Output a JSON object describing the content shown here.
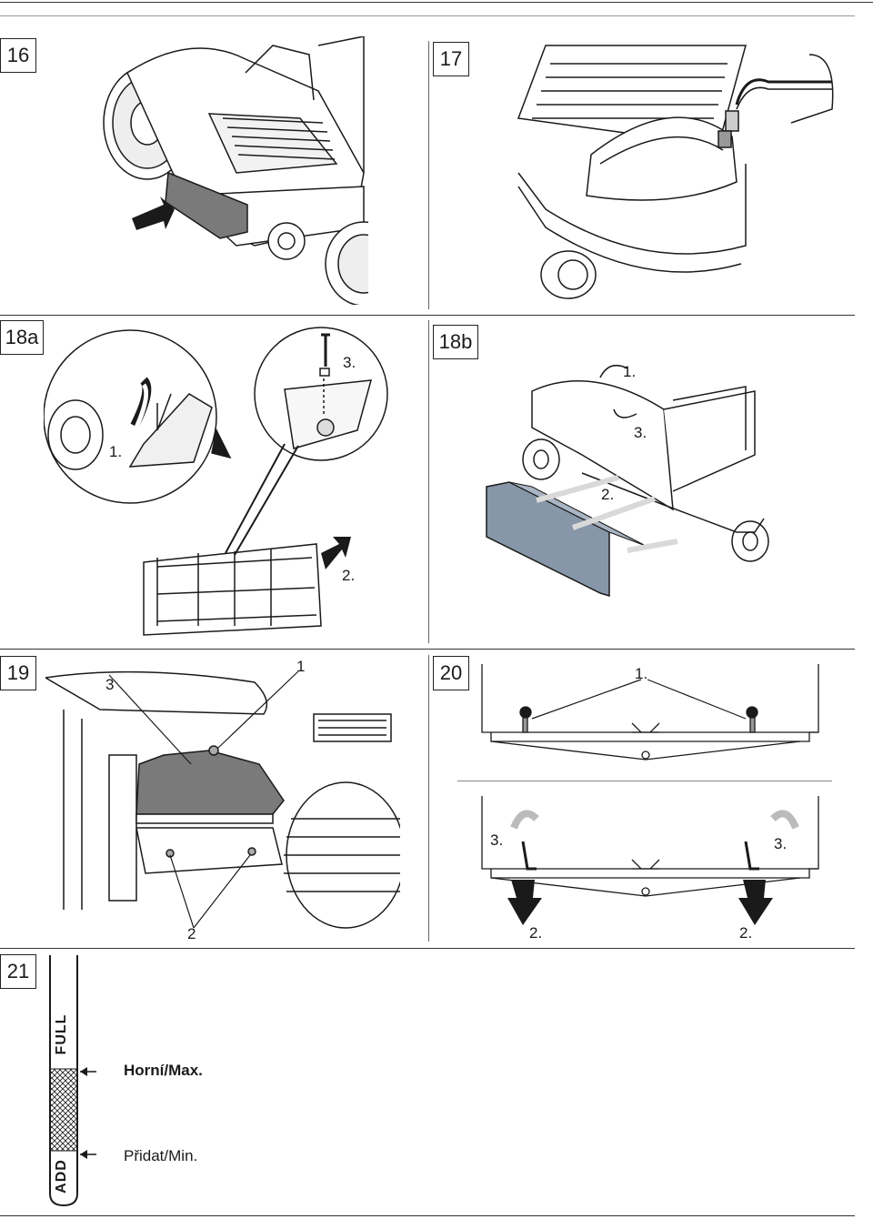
{
  "figures": {
    "fig16": {
      "label": "16"
    },
    "fig17": {
      "label": "17"
    },
    "fig18a": {
      "label": "18a",
      "callouts": [
        "1.",
        "3.",
        "2."
      ]
    },
    "fig18b": {
      "label": "18b",
      "callouts": [
        "1.",
        "3.",
        "2."
      ]
    },
    "fig19": {
      "label": "19",
      "callouts": [
        "3",
        "1",
        "2"
      ]
    },
    "fig20": {
      "label": "20",
      "callouts": [
        "1.",
        "3.",
        "3.",
        "2.",
        "2."
      ]
    },
    "fig21": {
      "label": "21",
      "gauge_full": "FULL",
      "gauge_add": "ADD",
      "marker_upper": "Horní/Max.",
      "marker_lower": "Přidat/Min."
    }
  },
  "colors": {
    "ink": "#1a1a1a",
    "panel_blue": "#8796a8",
    "panel_gray": "#7a7a7a",
    "arrow_light": "#d9d9d9"
  }
}
